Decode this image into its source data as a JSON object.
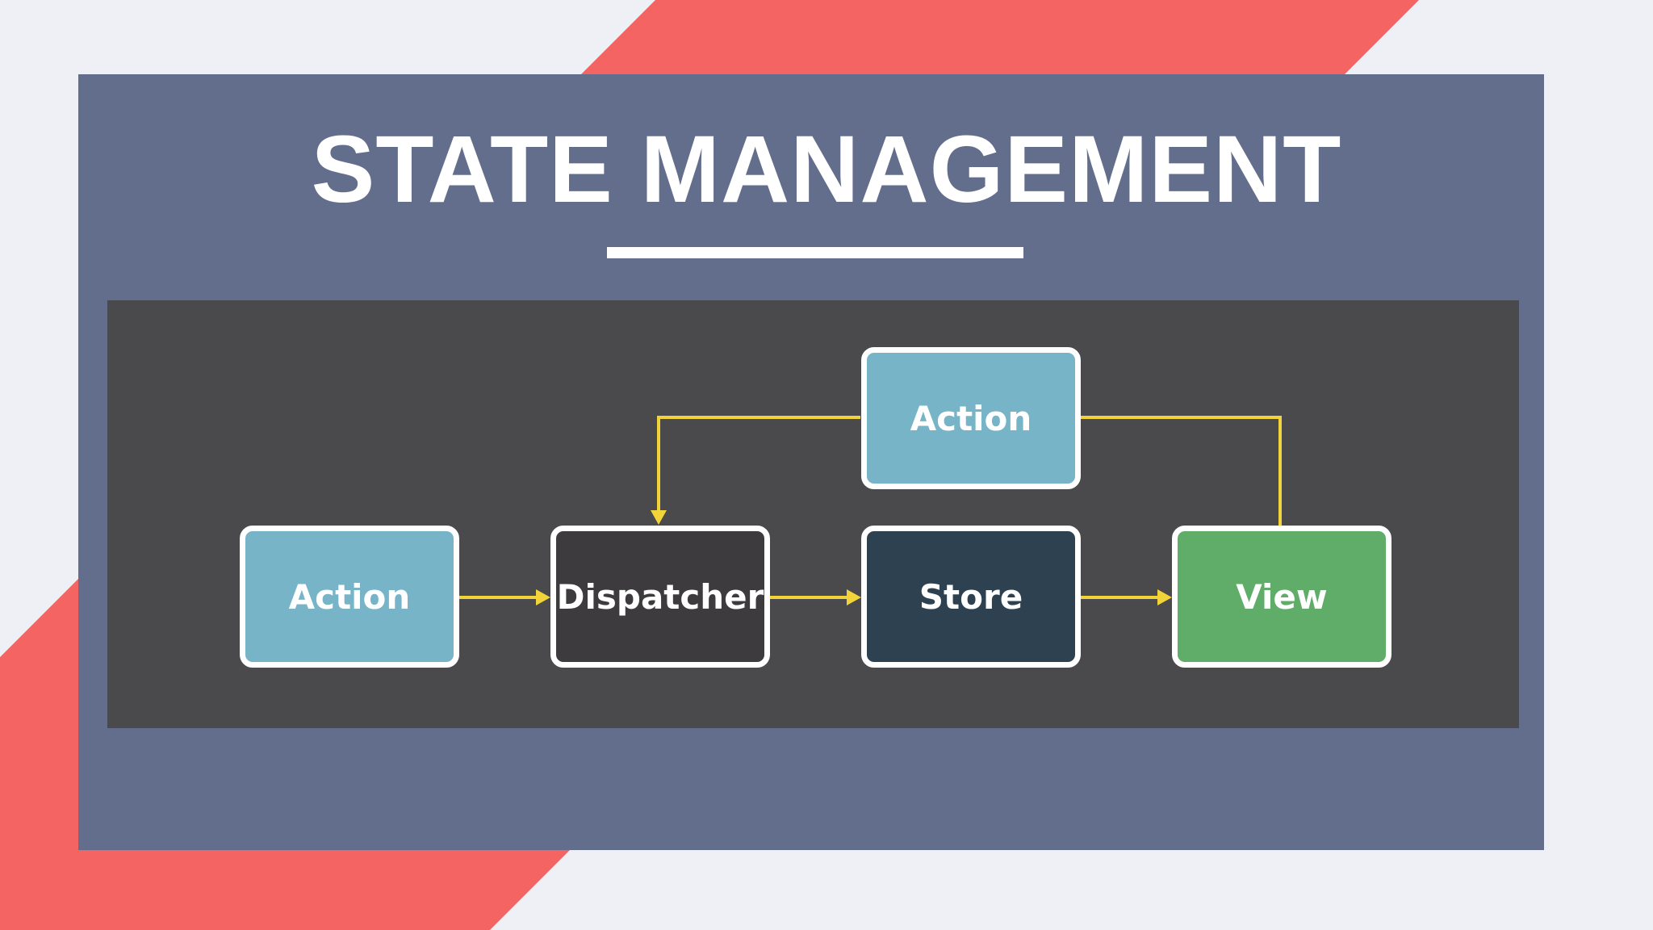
{
  "slide": {
    "title": "STATE MANAGEMENT"
  },
  "diagram": {
    "nodes": [
      {
        "id": "action-top",
        "label": "Action",
        "color": "#78b4c8"
      },
      {
        "id": "action-left",
        "label": "Action",
        "color": "#78b4c8"
      },
      {
        "id": "dispatcher",
        "label": "Dispatcher",
        "color": "#3d3b3d"
      },
      {
        "id": "store",
        "label": "Store",
        "color": "#2e4150"
      },
      {
        "id": "view",
        "label": "View",
        "color": "#60ad6a"
      }
    ],
    "edges": [
      {
        "from": "action-left",
        "to": "dispatcher"
      },
      {
        "from": "dispatcher",
        "to": "store"
      },
      {
        "from": "store",
        "to": "view"
      },
      {
        "from": "view",
        "to": "action-top"
      },
      {
        "from": "action-top",
        "to": "dispatcher"
      }
    ]
  },
  "colors": {
    "page_background": "#eef0f5",
    "accent_stripe": "#f46462",
    "panel": "#636d8c",
    "diagram_background": "#4a494c",
    "connector": "#f2d43a",
    "title_text": "#ffffff"
  }
}
